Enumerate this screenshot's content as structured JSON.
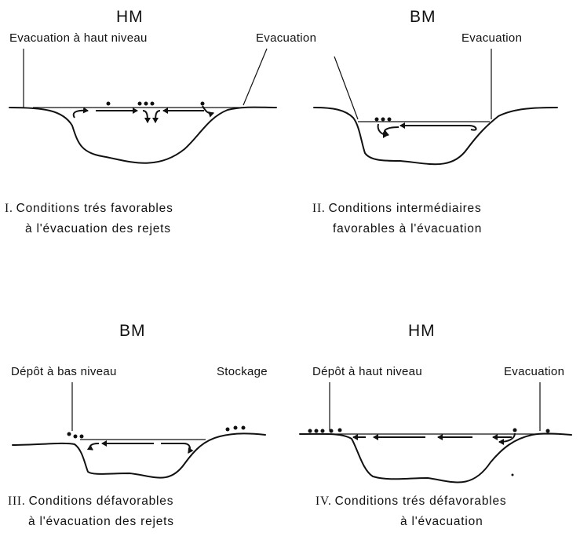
{
  "panels": [
    {
      "tide": "HM",
      "labels": {
        "left": "Evacuation à haut niveau",
        "right": "Evacuation"
      },
      "caption": {
        "numeral": "I.",
        "line1": "Conditions trés favorables",
        "line2": "à l'évacuation des rejets"
      }
    },
    {
      "tide": "BM",
      "labels": {
        "right": "Evacuation"
      },
      "caption": {
        "numeral": "II.",
        "line1": "Conditions intermédiaires",
        "line2": "favorables à l'évacuation"
      }
    },
    {
      "tide": "BM",
      "labels": {
        "left": "Dépôt à bas niveau",
        "right": "Stockage"
      },
      "caption": {
        "numeral": "III.",
        "line1": "Conditions défavorables",
        "line2": "à l'évacuation des rejets"
      }
    },
    {
      "tide": "HM",
      "labels": {
        "left": "Dépôt à haut niveau",
        "right": "Evacuation"
      },
      "caption": {
        "numeral": "IV.",
        "line1": "Conditions trés défavorables",
        "line2": "à l'évacuation"
      }
    }
  ]
}
